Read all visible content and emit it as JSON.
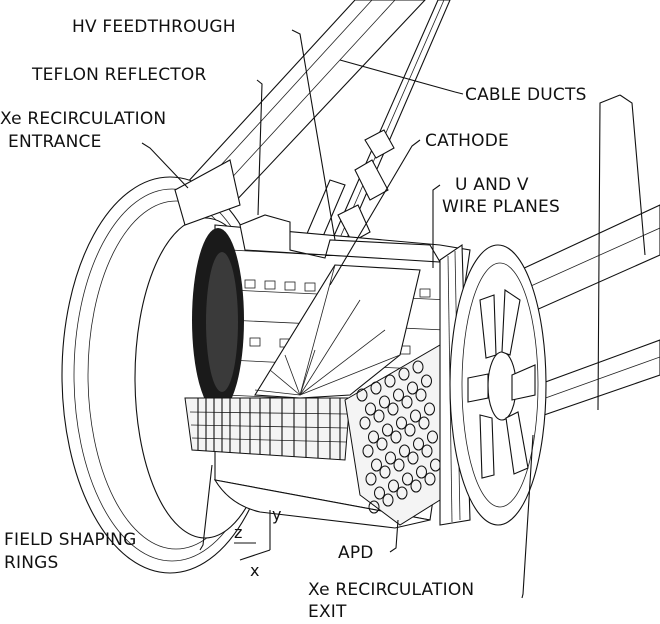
{
  "labels": {
    "hv_feedthrough": "HV FEEDTHROUGH",
    "teflon_reflector": "TEFLON REFLECTOR",
    "xe_recirc_entrance_1": "Xe RECIRCULATION",
    "xe_recirc_entrance_2": "ENTRANCE",
    "cable_ducts": "CABLE DUCTS",
    "cathode": "CATHODE",
    "uv_wire_planes_1": "U AND V",
    "uv_wire_planes_2": "WIRE PLANES",
    "field_shaping_1": "FIELD SHAPING",
    "field_shaping_2": "RINGS",
    "apd": "APD",
    "xe_recirc_exit_1": "Xe RECIRCULATION",
    "xe_recirc_exit_2": "EXIT"
  },
  "axes": {
    "y": "y",
    "z": "z",
    "x": "x"
  }
}
